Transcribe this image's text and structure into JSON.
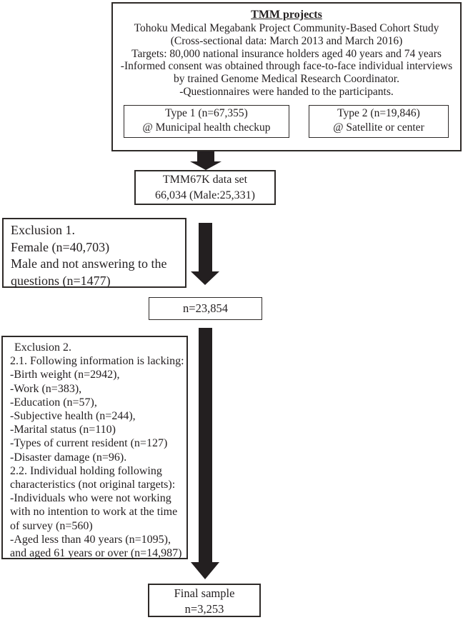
{
  "page": {
    "background": "#ffffff",
    "ink": "#231f20",
    "border": "#2e2a28"
  },
  "top_box": {
    "title": "TMM projects",
    "lines": [
      "Tohoku Medical Megabank Project Community-Based Cohort Study",
      "(Cross-sectional data: March 2013 and March 2016)",
      "Targets: 80,000 national insurance holders aged 40 years and 74 years",
      "-Informed consent was obtained through face-to-face individual interviews",
      "by trained Genome Medical Research Coordinator.",
      "-Questionnaires were handed to the participants."
    ],
    "type1": {
      "lines": [
        "Type 1 (n=67,355)",
        "@ Municipal health checkup"
      ]
    },
    "type2": {
      "lines": [
        "Type 2 (n=19,846)",
        "@ Satellite or center"
      ]
    }
  },
  "tmm67k_box": {
    "lines": [
      "TMM67K data set",
      "66,034 (Male:25,331)"
    ]
  },
  "exclusion1_box": {
    "lines": [
      "Exclusion 1.",
      "Female (n=40,703)",
      "Male and not answering to the",
      "questions (n=1477)"
    ]
  },
  "n_box": {
    "label": "n=23,854"
  },
  "exclusion2_box": {
    "lines": [
      "Exclusion 2.",
      "2.1. Following information is lacking:",
      "-Birth weight (n=2942),",
      "-Work (n=383),",
      "-Education (n=57),",
      "-Subjective health (n=244),",
      "-Marital status (n=110)",
      "-Types of current resident (n=127)",
      "-Disaster damage (n=96).",
      "2.2. Individual holding following",
      "characteristics (not original targets):",
      "-Individuals who were not working",
      "with no intention to work at the time",
      "of survey (n=560)",
      "-Aged less than 40 years (n=1095),",
      "and aged 61 years or over (n=14,987)"
    ]
  },
  "final_box": {
    "lines": [
      "Final sample",
      "n=3,253"
    ]
  }
}
